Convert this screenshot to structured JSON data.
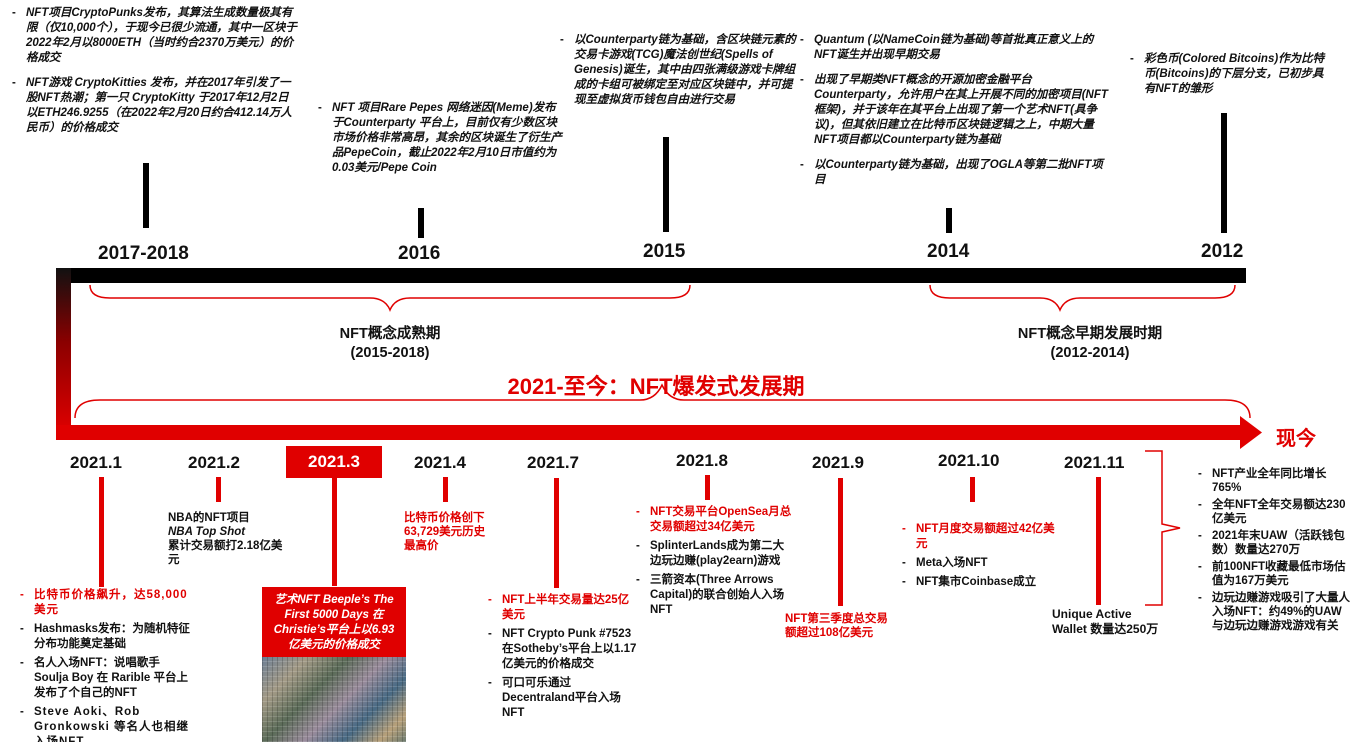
{
  "colors": {
    "accent": "#e00000",
    "timeline": "#000000"
  },
  "top": {
    "years": [
      "2017-2018",
      "2016",
      "2015",
      "2014",
      "2012"
    ],
    "notes_2017": [
      "NFT项目CryptoPunks发布，其算法生成数量极其有限（仅10,000个），于现今已很少流通，其中一区块于2022年2月以8000ETH（当时约合2370万美元）的价格成交",
      "NFT游戏 CryptoKitties 发布，并在2017年引发了一股NFT热潮；第一只 CryptoKitty 于2017年12月2日以ETH246.9255（在2022年2月20日约合412.14万人民币）的价格成交"
    ],
    "notes_2016": [
      "NFT 项目Rare Pepes 网络迷因(Meme)发布于Counterparty 平台上，目前仅有少数区块市场价格非常高昂，其余的区块诞生了衍生产品PepeCoin，截止2022年2月10日市值约为0.03美元/Pepe Coin"
    ],
    "notes_2015": [
      "以Counterparty链为基础，含区块链元素的交易卡游戏(TCG)魔法创世纪(Spells of Genesis)诞生，其中由四张满级游戏卡牌组成的卡组可被绑定至对应区块链中，并可提现至虚拟货币钱包自由进行交易"
    ],
    "notes_2014": [
      "Quantum (以NameCoin链为基础)等首批真正意义上的NFT诞生并出现早期交易",
      "出现了早期类NFT概念的开源加密金融平台Counterparty，允许用户在其上开展不同的加密项目(NFT框架)，并于该年在其平台上出现了第一个艺术NFT(具争议)，但其依旧建立在比特币区块链逻辑之上，中期大量NFT项目都以Counterparty链为基础",
      "以Counterparty链为基础，出现了OGLA等第二批NFT项目"
    ],
    "notes_2012": [
      "彩色币(Colored Bitcoins)作为比特币(Bitcoins)的下层分支，已初步具有NFT的雏形"
    ]
  },
  "phases": {
    "mature": {
      "label": "NFT概念成熟期",
      "range": "(2015-2018)"
    },
    "early": {
      "label": "NFT概念早期发展时期",
      "range": "(2012-2014)"
    },
    "explosive": "2021-至今：NFT爆发式发展期",
    "now": "现今"
  },
  "bottom": {
    "dates": [
      "2021.1",
      "2021.2",
      "2021.3",
      "2021.4",
      "2021.7",
      "2021.8",
      "2021.9",
      "2021.10",
      "2021.11"
    ],
    "jan": [
      "比特币价格飙升，达58,000美元",
      "Hashmasks发布：为随机特征分布功能奠定基础",
      "名人入场NFT：说唱歌手Soulja Boy 在 Rarible 平台上发布了个自己的NFT",
      "Steve Aoki、Rob Gronkowski 等名人也相继入场NFT"
    ],
    "feb": [
      "NBA的NFT项目",
      "NBA Top Shot",
      "累计交易额打2.18亿美元"
    ],
    "mar": "艺术NFT Beeple’s The First 5000 Days 在Christie’s平台上以6.93亿美元的价格成交",
    "apr": "比特币价格创下63,729美元历史最高价",
    "jul": [
      "NFT上半年交易量达25亿美元",
      "NFT Crypto Punk #7523在Sotheby’s平台上以1.17亿美元的价格成交",
      "可口可乐通过Decentraland平台入场NFT"
    ],
    "aug": [
      "NFT交易平台OpenSea月总交易额超过34亿美元",
      "SplinterLands成为第二大边玩边赚(play2earn)游戏",
      "三箭资本(Three Arrows Capital)的联合创始人入场NFT"
    ],
    "sep": "NFT第三季度总交易额超过108亿美元",
    "oct": [
      "NFT月度交易额超过42亿美元",
      "Meta入场NFT",
      "NFT集市Coinbase成立"
    ],
    "nov": "Unique Active Wallet 数量达250万",
    "summary": [
      "NFT产业全年同比增长765%",
      "全年NFT全年交易额达230亿美元",
      "2021年末UAW（活跃钱包数）数量达270万",
      "前100NFT收藏最低市场估值为167万美元",
      "边玩边赚游戏吸引了大量人入场NFT：约49%的UAW与边玩边赚游戏游戏有关"
    ]
  }
}
